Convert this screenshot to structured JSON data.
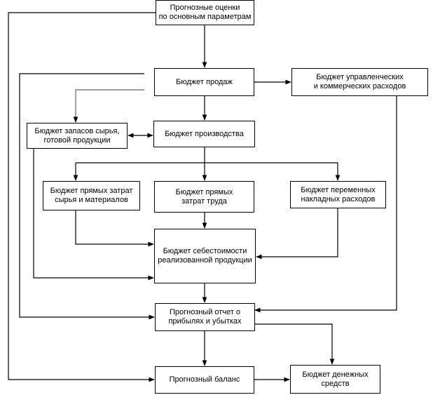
{
  "boxes": {
    "forecasts": [
      "Прогнозные оценки",
      "по основным параметрам"
    ],
    "sales": [
      "Бюджет продаж"
    ],
    "admin": [
      "Бюджет управленческих",
      "и коммерческих расходов"
    ],
    "inventory": [
      "Бюджет запасов сырья,",
      "готовой продукции"
    ],
    "production": [
      "Бюджет производства"
    ],
    "materials": [
      "Бюджет прямых затрат",
      "сырья и материалов"
    ],
    "labor": [
      "Бюджет прямых",
      "затрат труда"
    ],
    "overhead": [
      "Бюджет переменных",
      "накладных расходов"
    ],
    "cogs": [
      "Бюджет себестоимости",
      "реализованной продукции"
    ],
    "income": [
      "Прогнозный отчет о",
      "прибылях и убытках"
    ],
    "balance": [
      "Прогнозный баланс"
    ],
    "cash": [
      "Бюджет денежных",
      "средств"
    ]
  }
}
